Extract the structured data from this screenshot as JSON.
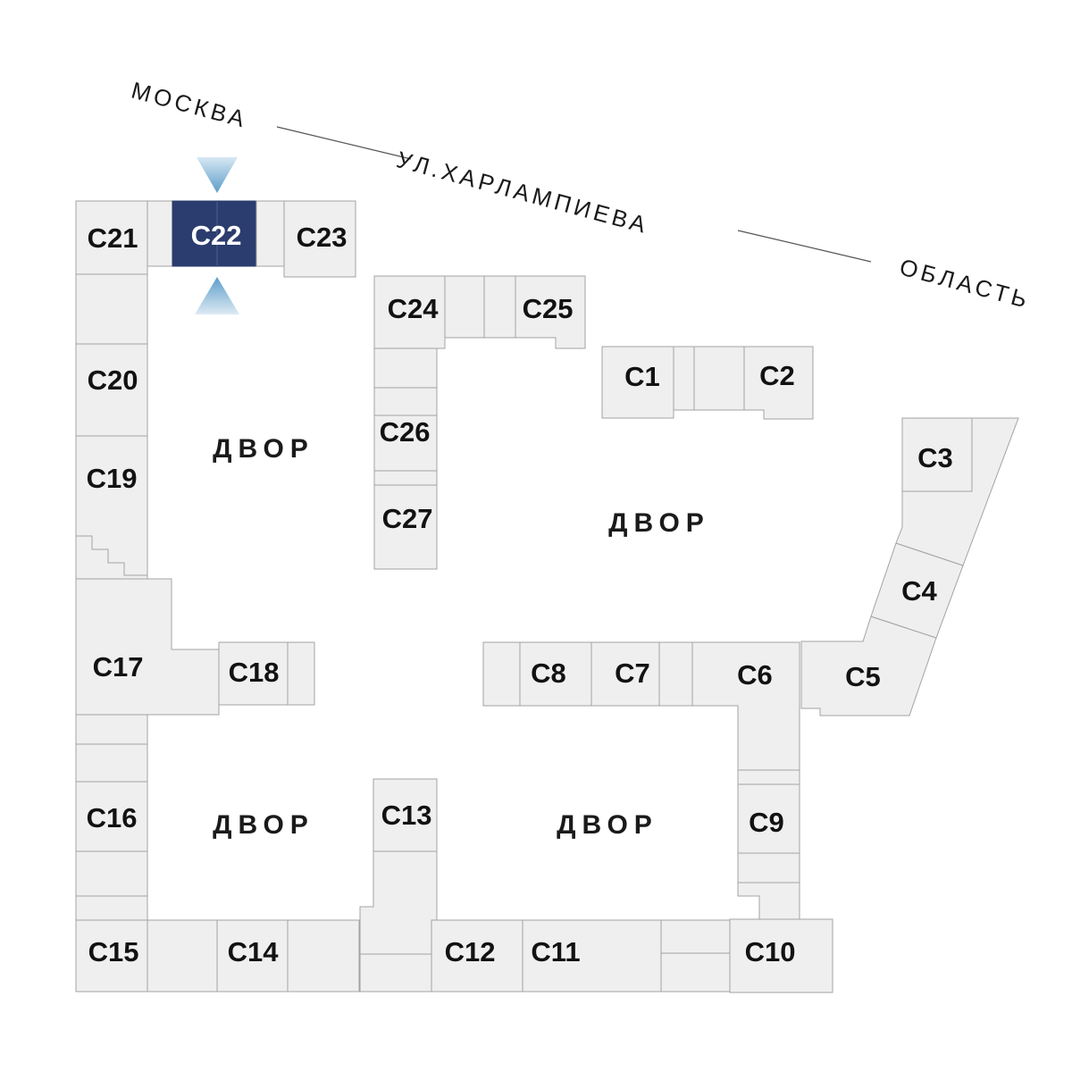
{
  "plan": {
    "selected_section": "С22",
    "streets": {
      "moscow": "МОСКВА",
      "kharlampieva": "УЛ.ХАРЛАМПИЕВА",
      "oblast": "ОБЛАСТЬ"
    },
    "courtyards": [
      {
        "label": "ДВОР"
      },
      {
        "label": "ДВОР"
      },
      {
        "label": "ДВОР"
      },
      {
        "label": "ДВОР"
      }
    ],
    "sections": [
      {
        "id": "C1",
        "label": "С1"
      },
      {
        "id": "C2",
        "label": "С2"
      },
      {
        "id": "C3",
        "label": "С3"
      },
      {
        "id": "C4",
        "label": "С4"
      },
      {
        "id": "C5",
        "label": "С5"
      },
      {
        "id": "C6",
        "label": "С6"
      },
      {
        "id": "C7",
        "label": "С7"
      },
      {
        "id": "C8",
        "label": "С8"
      },
      {
        "id": "C9",
        "label": "С9"
      },
      {
        "id": "C10",
        "label": "С10"
      },
      {
        "id": "C11",
        "label": "С11"
      },
      {
        "id": "C12",
        "label": "С12"
      },
      {
        "id": "C13",
        "label": "С13"
      },
      {
        "id": "C14",
        "label": "С14"
      },
      {
        "id": "C15",
        "label": "С15"
      },
      {
        "id": "C16",
        "label": "С16"
      },
      {
        "id": "C17",
        "label": "С17"
      },
      {
        "id": "C18",
        "label": "С18"
      },
      {
        "id": "C19",
        "label": "С19"
      },
      {
        "id": "C20",
        "label": "С20"
      },
      {
        "id": "C21",
        "label": "С21"
      },
      {
        "id": "C22",
        "label": "С22"
      },
      {
        "id": "C23",
        "label": "С23"
      },
      {
        "id": "C24",
        "label": "С24"
      },
      {
        "id": "C25",
        "label": "С25"
      },
      {
        "id": "C26",
        "label": "С26"
      },
      {
        "id": "C27",
        "label": "С27"
      }
    ],
    "colors": {
      "block_fill": "#efefef",
      "block_border": "#a3a3a3",
      "selected_fill": "#2b3c6e",
      "selected_divider": "#51618f",
      "selected_text": "#ffffff",
      "label_text": "#121212",
      "arrow_light": "#dcEAf4",
      "arrow_dark": "#5d9dc9",
      "street_line": "#555555"
    }
  }
}
